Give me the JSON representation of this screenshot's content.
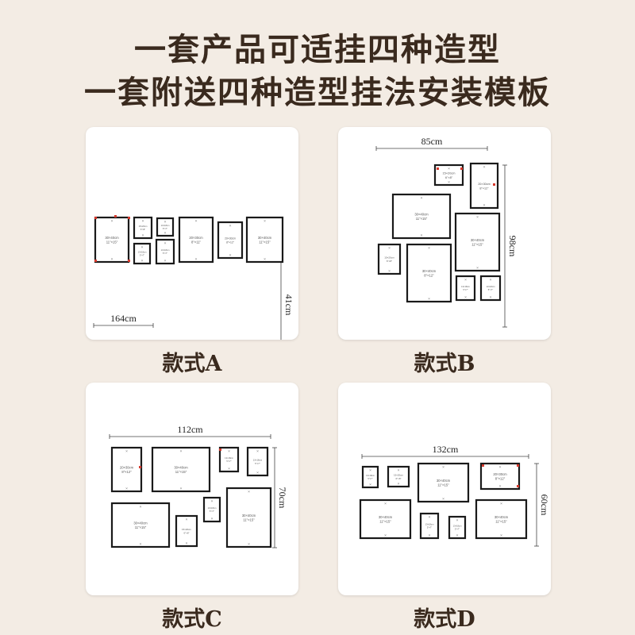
{
  "headline": {
    "line1": "一套产品可适挂四种造型",
    "line2": "一套附送四种造型挂法安装模板"
  },
  "layouts": [
    {
      "label": "款式A",
      "width_label": "164cm",
      "height_label": "41cm",
      "frames": [
        {
          "size": "30×40cm",
          "inch": "11\"×15\""
        },
        {
          "size": "15×20cm",
          "inch": "6\"×8\""
        },
        {
          "size": "13×18cm",
          "inch": "5\"×7\""
        },
        {
          "size": "13×18cm",
          "inch": "5\"×7\""
        },
        {
          "size": "13×18cm",
          "inch": "5\"×7\""
        },
        {
          "size": "20×30cm",
          "inch": "8\"×11\""
        },
        {
          "size": "20×30cm",
          "inch": "8\"×12\""
        },
        {
          "size": "30×40cm",
          "inch": "11\"×15\""
        }
      ]
    },
    {
      "label": "款式B",
      "width_label": "85cm",
      "height_label": "98cm",
      "frames": [
        {
          "size": "15×20cm",
          "inch": "6\"×8\""
        },
        {
          "size": "20×30cm",
          "inch": "8\"×12\""
        },
        {
          "size": "30×40cm",
          "inch": "11\"×15\""
        },
        {
          "size": "30×40cm",
          "inch": "11\"×15\""
        },
        {
          "size": "15×20cm",
          "inch": "6\"×8\""
        },
        {
          "size": "30×40cm",
          "inch": "8\"×12\""
        },
        {
          "size": "13×18cm",
          "inch": "5\"×7\""
        },
        {
          "size": "13×18cm",
          "inch": "5\"×7\""
        }
      ]
    },
    {
      "label": "款式C",
      "width_label": "112cm",
      "height_label": "70cm",
      "frames": [
        {
          "size": "20×30cm",
          "inch": "8\"×12\""
        },
        {
          "size": "30×40cm",
          "inch": "11\"×15\""
        },
        {
          "size": "13×18cm",
          "inch": "5\"×7\""
        },
        {
          "size": "13×18cm",
          "inch": "5\"×7\""
        },
        {
          "size": "30×40cm",
          "inch": "11\"×15\""
        },
        {
          "size": "15×20cm",
          "inch": "6\"×8\""
        },
        {
          "size": "13×18cm",
          "inch": "5\"×7\""
        },
        {
          "size": "30×40cm",
          "inch": "11\"×15\""
        }
      ]
    },
    {
      "label": "款式D",
      "width_label": "132cm",
      "height_label": "60cm",
      "frames": [
        {
          "size": "13×18cm",
          "inch": "5\"×7\""
        },
        {
          "size": "15×20cm",
          "inch": "6\"×8\""
        },
        {
          "size": "30×40cm",
          "inch": "11\"×15\""
        },
        {
          "size": "20×30cm",
          "inch": "8\"×12\""
        },
        {
          "size": "30×40cm",
          "inch": "11\"×15\""
        },
        {
          "size": "13×18cm",
          "inch": "5\"×7\""
        },
        {
          "size": "13×18cm",
          "inch": "5\"×7\""
        },
        {
          "size": "30×40cm",
          "inch": "11\"×15\""
        }
      ]
    }
  ]
}
